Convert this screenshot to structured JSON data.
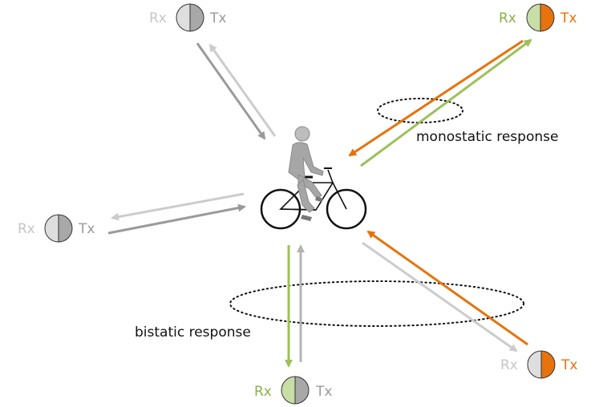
{
  "labels": {
    "monostatic": "monostatic response",
    "bistatic": "bistatic response",
    "rx": "Rx",
    "tx": "Tx"
  },
  "colors": {
    "orange": "#e8720c",
    "green": "#9dc05a",
    "green_fill": "#c7dfa6",
    "gray_dark": "#9a9a9a",
    "gray_mid": "#b4b4b4",
    "gray_light": "#cccccc",
    "gray_fill_light": "#dcdcdc",
    "gray_fill_dark": "#a8a8a8"
  },
  "nodes": [
    {
      "name": "node-top-left",
      "rx_color": "#c6c6c6",
      "tx_color": "#9a9a9a",
      "left_fill": "#dedede",
      "right_fill": "#a8a8a8"
    },
    {
      "name": "node-top-right",
      "rx_color": "#8ab04a",
      "tx_color": "#e8720c",
      "left_fill": "#c7dfa6",
      "right_fill": "#e8720c"
    },
    {
      "name": "node-left",
      "rx_color": "#c6c6c6",
      "tx_color": "#9a9a9a",
      "left_fill": "#dedede",
      "right_fill": "#a8a8a8"
    },
    {
      "name": "node-bottom",
      "rx_color": "#8ab04a",
      "tx_color": "#9a9a9a",
      "left_fill": "#c7dfa6",
      "right_fill": "#a8a8a8"
    },
    {
      "name": "node-bottom-right",
      "rx_color": "#c6c6c6",
      "tx_color": "#e8720c",
      "left_fill": "#dedede",
      "right_fill": "#e8720c"
    }
  ]
}
